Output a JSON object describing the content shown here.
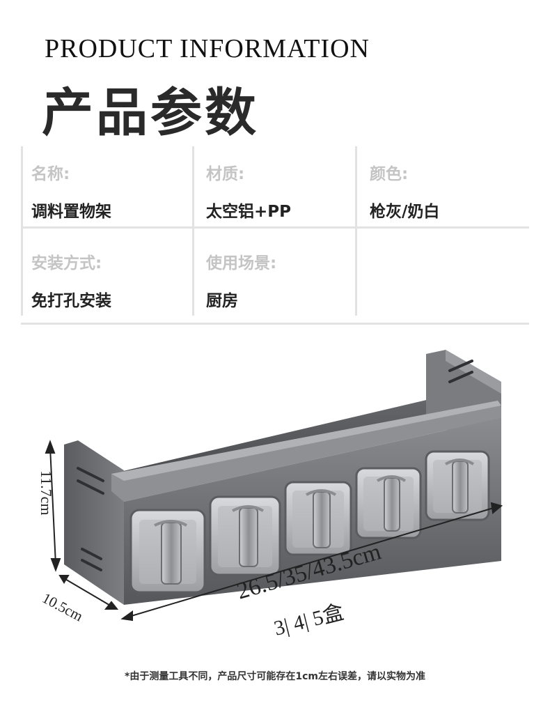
{
  "header": {
    "title_en": "PRODUCT INFORMATION",
    "title_cn": "产品参数"
  },
  "specs": [
    {
      "label": "名称:",
      "value": "调料置物架"
    },
    {
      "label": "材质:",
      "value": "太空铝+PP"
    },
    {
      "label": "颜色:",
      "value": "枪灰/奶白"
    },
    {
      "label": "安装方式:",
      "value": "免打孔安装"
    },
    {
      "label": "使用场景:",
      "value": "厨房"
    }
  ],
  "product": {
    "icon": "spice-rack-image",
    "dimensions": {
      "height": "11.7cm",
      "depth": "10.5cm",
      "length": "26.5/35/43.5cm",
      "boxes": "3| 4| 5盒"
    }
  },
  "footnote": "*由于测量工具不同，产品尺寸可能存在1cm左右误差，请以实物为准"
}
